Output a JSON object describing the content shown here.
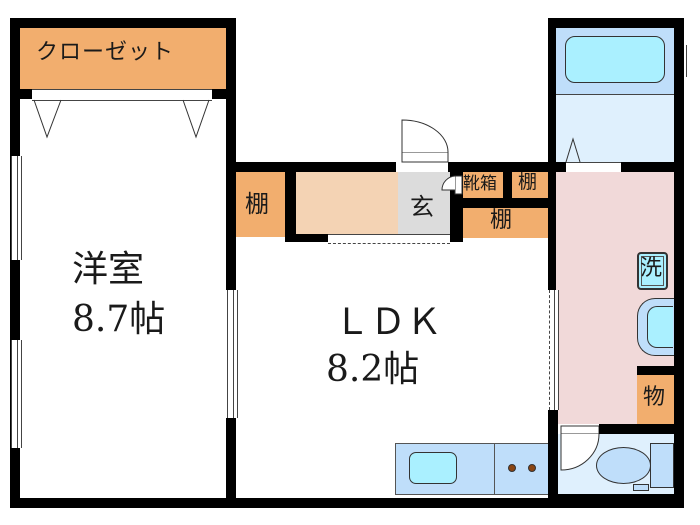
{
  "floorplan": {
    "rooms": {
      "western_room": {
        "name": "洋室",
        "size": "8.7帖"
      },
      "ldk": {
        "name": "ＬＤＫ",
        "size": "8.2帖"
      },
      "closet": {
        "label": "クローゼット"
      },
      "entrance": {
        "label": "玄"
      },
      "shoe_box": {
        "label": "靴箱"
      },
      "shelf_left": {
        "label": "棚"
      },
      "shelf_top_right": {
        "label": "棚"
      },
      "shelf_mid": {
        "label": "棚"
      },
      "washer": {
        "label": "洗"
      },
      "storage": {
        "label": "物"
      }
    },
    "colors": {
      "wall": "#000000",
      "storage_orange": "#f2ae6e",
      "hall_peach": "#f4d3b4",
      "entrance_gray": "#dcdcdc",
      "washroom_pink": "#f1d9d9",
      "bath_lightblue": "#dff0fd",
      "fixture_blue": "#bfdefa",
      "tub_cyan": "#aaf0ff",
      "stove_burner": "#8b4513"
    }
  }
}
